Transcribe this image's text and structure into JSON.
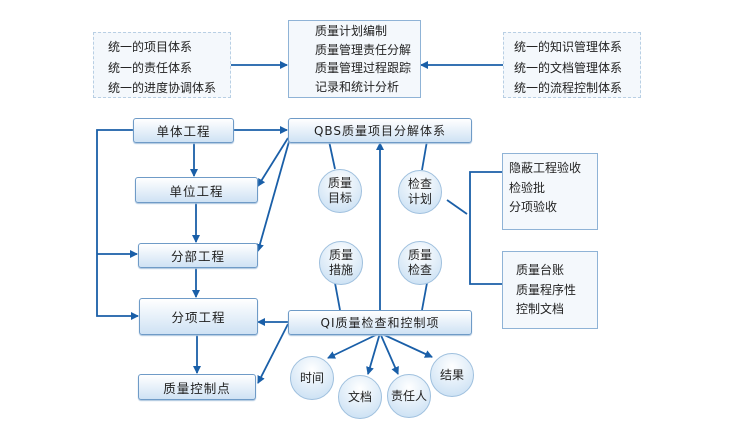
{
  "top": {
    "left": [
      "统一的项目体系",
      "统一的责任体系",
      "统一的进度协调体系"
    ],
    "center": [
      "质量计划编制",
      "质量管理责任分解",
      "质量管理过程跟踪",
      "记录和统计分析"
    ],
    "right": [
      "统一的知识管理体系",
      "统一的文档管理体系",
      "统一的流程控制体系"
    ]
  },
  "nodes": {
    "dan_ti": "单体工程",
    "dan_wei": "单位工程",
    "fen_bu": "分部工程",
    "fen_xiang": "分项工程",
    "control_point": "质量控制点",
    "qbs": "QBS质量项目分解体系",
    "qi": "QI质量检查和控制项"
  },
  "circles": {
    "goal": [
      "质量",
      "目标"
    ],
    "plan": [
      "检查",
      "计划"
    ],
    "measure": [
      "质量",
      "措施"
    ],
    "check": [
      "质量",
      "检查"
    ],
    "time": [
      "时间"
    ],
    "doc": [
      "文档"
    ],
    "owner": [
      "责任人"
    ],
    "result": [
      "结果"
    ]
  },
  "side_boxes": {
    "acceptance": [
      "隐蔽工程验收",
      "检验批",
      "分项验收"
    ],
    "records": [
      "质量台账",
      "质量程序性",
      "控制文档"
    ]
  },
  "colors": {
    "line": "#1a5fa8"
  }
}
